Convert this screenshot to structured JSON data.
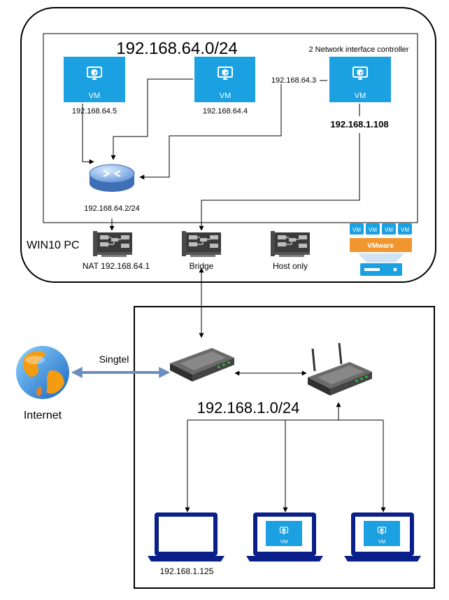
{
  "colors": {
    "vm_blue": "#1ba1e2",
    "link_blue": "#6c8ebf",
    "vmware_orange": "#f0962e",
    "laptop_navy": "#0a1f8a"
  },
  "host": {
    "label": "WIN10 PC",
    "subnet": "192.168.64.0/24",
    "nic_note": "2 Network interface controller",
    "vms": [
      {
        "label": "VM",
        "ip": "192.168.64.5",
        "icon": "vm-monitor-icon"
      },
      {
        "label": "VM",
        "ip": "192.168.64.4",
        "icon": "vm-monitor-icon"
      },
      {
        "label": "VM",
        "ip_left": "192.168.64.3",
        "ip_bottom": "192.168.1.108",
        "icon": "vm-monitor-icon"
      }
    ],
    "router_ip": "192.168.64.2/24",
    "adapters": [
      {
        "label": "NAT 192.168.64.1",
        "icon": "network-card-icon"
      },
      {
        "label": "Bridge",
        "icon": "network-card-icon"
      },
      {
        "label": "Host only",
        "icon": "network-card-icon"
      }
    ],
    "vmware": {
      "label": "VMware",
      "tiles": [
        "VM",
        "VM",
        "VM",
        "VM"
      ]
    }
  },
  "lan": {
    "subnet": "192.168.1.0/24",
    "laptops": [
      {
        "ip": "192.168.1.125",
        "vm_label": ""
      },
      {
        "ip": "",
        "vm_label": "VM"
      },
      {
        "ip": "",
        "vm_label": "VM"
      }
    ]
  },
  "internet": {
    "label": "Internet",
    "link_label": "Singtel",
    "icon": "globe-icon"
  }
}
